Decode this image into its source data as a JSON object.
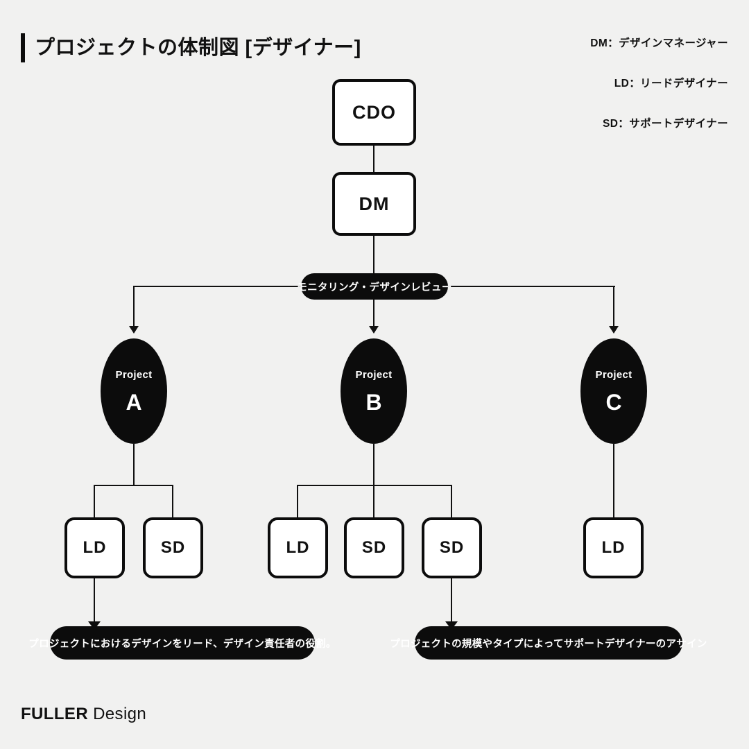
{
  "header": {
    "title": "プロジェクトの体制図 [デザイナー]"
  },
  "legend": {
    "items": [
      {
        "label": "DM：デザインマネージャー"
      },
      {
        "label": "LD：リードデザイナー"
      },
      {
        "label": "SD：サポートデザイナー"
      }
    ]
  },
  "chart_data": {
    "type": "diagram",
    "title": "プロジェクトの体制図 [デザイナー]",
    "nodes": {
      "cdo": {
        "label": "CDO",
        "shape": "rounded-rect",
        "fill": "#ffffff"
      },
      "dm": {
        "label": "DM",
        "shape": "rounded-rect",
        "fill": "#ffffff"
      },
      "review": {
        "label": "モニタリング・デザインレビュー",
        "shape": "pill",
        "fill": "#0c0c0c"
      },
      "project_a": {
        "prefix": "Project",
        "name": "A",
        "shape": "ellipse",
        "fill": "#0c0c0c"
      },
      "project_b": {
        "prefix": "Project",
        "name": "B",
        "shape": "ellipse",
        "fill": "#0c0c0c"
      },
      "project_c": {
        "prefix": "Project",
        "name": "C",
        "shape": "ellipse",
        "fill": "#0c0c0c"
      },
      "a_ld": {
        "label": "LD"
      },
      "a_sd": {
        "label": "SD"
      },
      "b_ld": {
        "label": "LD"
      },
      "b_sd1": {
        "label": "SD"
      },
      "b_sd2": {
        "label": "SD"
      },
      "c_ld": {
        "label": "LD"
      }
    },
    "callouts": {
      "ld_note": "プロジェクトにおけるデザインをリード、デザイン責任者の役割。",
      "sd_note": "プロジェクトの規模やタイプによってサポートデザイナーのアサイン"
    },
    "colors": {
      "background": "#f1f1f0",
      "ink": "#0c0c0c",
      "surface": "#ffffff"
    }
  },
  "footer": {
    "brand": "FULLER",
    "suffix": "Design"
  }
}
